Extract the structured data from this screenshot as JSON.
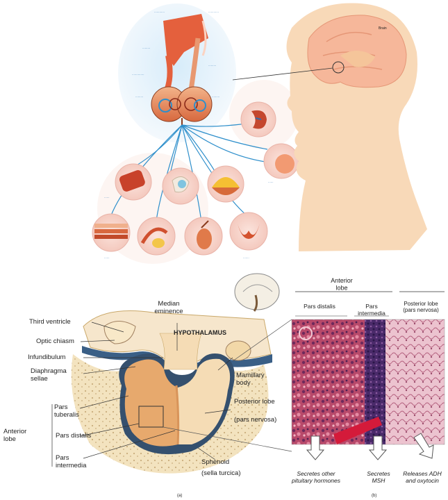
{
  "top_figure": {
    "label_brain": "Brain"
  },
  "figure_a": {
    "label_median_eminence": "Median eminence",
    "label_hypothalamus": "HYPOTHALAMUS",
    "label_third_ventricle": "Third ventricle",
    "label_optic_chiasm": "Optic chiasm",
    "label_infundibulum": "Infundibulum",
    "label_diaphragma_sellae": "Diaphragma sellae",
    "label_mamillary_body": "Mamillary body",
    "label_posterior_lobe": "Posterior lobe",
    "label_pars_nervosa": "(pars nervosa)",
    "label_anterior_lobe": "Anterior lobe",
    "label_pars_tuberalis": "Pars tuberalis",
    "label_pars_distalis": "Pars distalis",
    "label_pars_intermedia": "Pars intermedia",
    "label_sphenoid": "Sphenoid",
    "label_sella_turcica": "(sella turcica)",
    "caption": "(a)"
  },
  "figure_b": {
    "header_anterior_lobe": "Anterior lobe",
    "header_pars_distalis": "Pars distalis",
    "header_pars_intermedia": "Pars intermedia",
    "header_posterior_lobe": "Posterior lobe (pars nervosa)",
    "secretes_other": "Secretes other pituitary hormones",
    "secretes_msh": "Secretes MSH",
    "releases_adh": "Releases ADH and oxytocin",
    "caption": "(b)"
  },
  "colors": {
    "skin": "#f8d9b8",
    "tissue_pink": "#c9506e",
    "tissue_purple": "#5a2d6e",
    "gland_orange": "#e07a4a",
    "bone": "#f3e3bf",
    "vessel_blue": "#2e8fcb"
  }
}
